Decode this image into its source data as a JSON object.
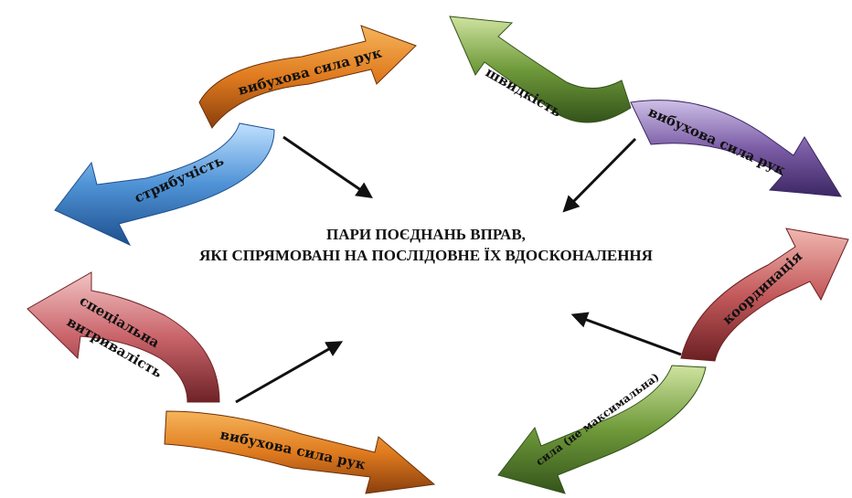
{
  "center_text": {
    "line1": "ПАРИ ПОЄДНАНЬ ВПРАВ,",
    "line2": "ЯКІ СПРЯМОВАНІ НА ПОСЛІДОВНЕ ЇХ ВДОСКОНАЛЕННЯ"
  },
  "pairs": [
    {
      "name": "top-left",
      "arrows": [
        {
          "label": "вибухова сила рук",
          "color": "#e07b1f"
        },
        {
          "label": "стрибучість",
          "color": "#4f93d6"
        }
      ]
    },
    {
      "name": "top-right",
      "arrows": [
        {
          "label": "швидкість",
          "color": "#6f9a3a"
        },
        {
          "label": "вибухова сила рук",
          "color": "#7b5ca6"
        }
      ]
    },
    {
      "name": "bottom-left",
      "arrows": [
        {
          "label": "спеціальна витривалість",
          "label_lines": [
            "спеціальна",
            "витривалість"
          ],
          "color": "#c9646a"
        },
        {
          "label": "вибухова сила рук",
          "color": "#e07b1f"
        }
      ]
    },
    {
      "name": "bottom-right",
      "arrows": [
        {
          "label": "координація",
          "color": "#c45a5c"
        },
        {
          "label": "сила (не максимальна)",
          "color": "#6f9a3a"
        }
      ]
    }
  ],
  "connector_arrow_color": "#111111"
}
